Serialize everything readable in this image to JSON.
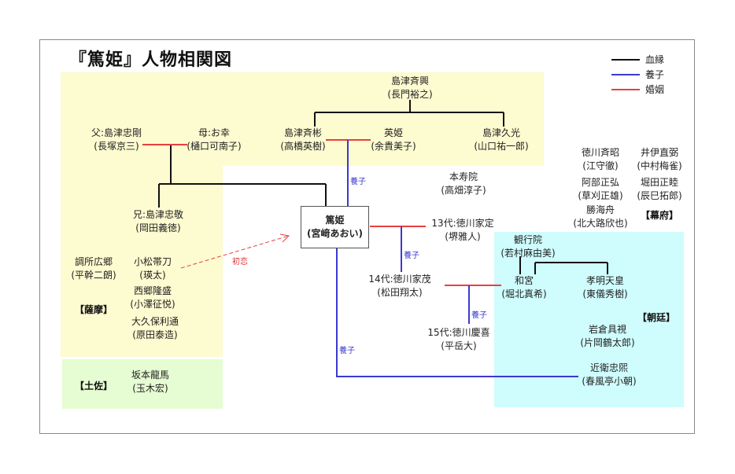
{
  "title": "『篤姫』人物相関図",
  "colors": {
    "blood": "#111111",
    "adoption": "#3a3ad0",
    "marriage": "#e84040",
    "satsuma_bg": "#fdfbd0",
    "tosa_bg": "#e6fcd2",
    "court_bg": "#cffcfd"
  },
  "legend": [
    {
      "label": "血縁",
      "color": "#111111"
    },
    {
      "label": "養子",
      "color": "#3a3ad0"
    },
    {
      "label": "婚姻",
      "color": "#e84040"
    }
  ],
  "groups": {
    "satsuma": "【薩摩】",
    "tosa": "【土佐】",
    "bakufu": "【幕府】",
    "court": "【朝廷】"
  },
  "people": {
    "nariaki": {
      "name": "島津斉興",
      "actor": "(長門裕之)"
    },
    "tadatake": {
      "name": "父:島津忠剛",
      "actor": "(長塚京三)"
    },
    "okou": {
      "name": "母:お幸",
      "actor": "(樋口可南子)"
    },
    "nariakira": {
      "name": "島津斉彬",
      "actor": "(高橋英樹)"
    },
    "hidehime": {
      "name": "英姫",
      "actor": "(余貴美子)"
    },
    "hisamitsu": {
      "name": "島津久光",
      "actor": "(山口祐一郎)"
    },
    "tadayuki": {
      "name": "兄:島津忠敬",
      "actor": "(岡田義徳)"
    },
    "zusho": {
      "name": "調所広郷",
      "actor": "(平幹二朗)"
    },
    "komatsu": {
      "name": "小松帯刀",
      "actor": "(瑛太)"
    },
    "saigo": {
      "name": "西郷隆盛",
      "actor": "(小澤征悦)"
    },
    "okubo": {
      "name": "大久保利通",
      "actor": "(原田泰造)"
    },
    "ryoma": {
      "name": "坂本龍馬",
      "actor": "(玉木宏)"
    },
    "atsuhime": {
      "name": "篤姫",
      "actor": "(宮﨑あおい)"
    },
    "honjuin": {
      "name": "本寿院",
      "actor": "(高畑淳子)"
    },
    "iesada": {
      "name": "13代:徳川家定",
      "actor": "(堺雅人)"
    },
    "iemochi": {
      "name": "14代:徳川家茂",
      "actor": "(松田翔太)"
    },
    "yoshinobu": {
      "name": "15代:徳川慶喜",
      "actor": "(平岳大)"
    },
    "nariaki_tokugawa": {
      "name": "徳川斉昭",
      "actor": "(江守徹)"
    },
    "ii": {
      "name": "井伊直弼",
      "actor": "(中村梅雀)"
    },
    "abe": {
      "name": "阿部正弘",
      "actor": "(草刈正雄)"
    },
    "hotta": {
      "name": "堀田正睦",
      "actor": "(辰巳拓郎)"
    },
    "katsu": {
      "name": "勝海舟",
      "actor": "(北大路欣也)"
    },
    "kangyoin": {
      "name": "観行院",
      "actor": "(若村麻由美)"
    },
    "kazunomiya": {
      "name": "和宮",
      "actor": "(堀北真希)"
    },
    "komei": {
      "name": "孝明天皇",
      "actor": "(東儀秀樹)"
    },
    "iwakura": {
      "name": "岩倉具視",
      "actor": "(片岡鶴太郎)"
    },
    "konoe": {
      "name": "近衛忠煕",
      "actor": "(春風亭小朝)"
    }
  },
  "edge_labels": {
    "adopt_nariakira": "養子",
    "adopt_iemochi": "養子",
    "adopt_yoshinobu": "養子",
    "adopt_konoe": "養子",
    "first_love": "初恋"
  }
}
